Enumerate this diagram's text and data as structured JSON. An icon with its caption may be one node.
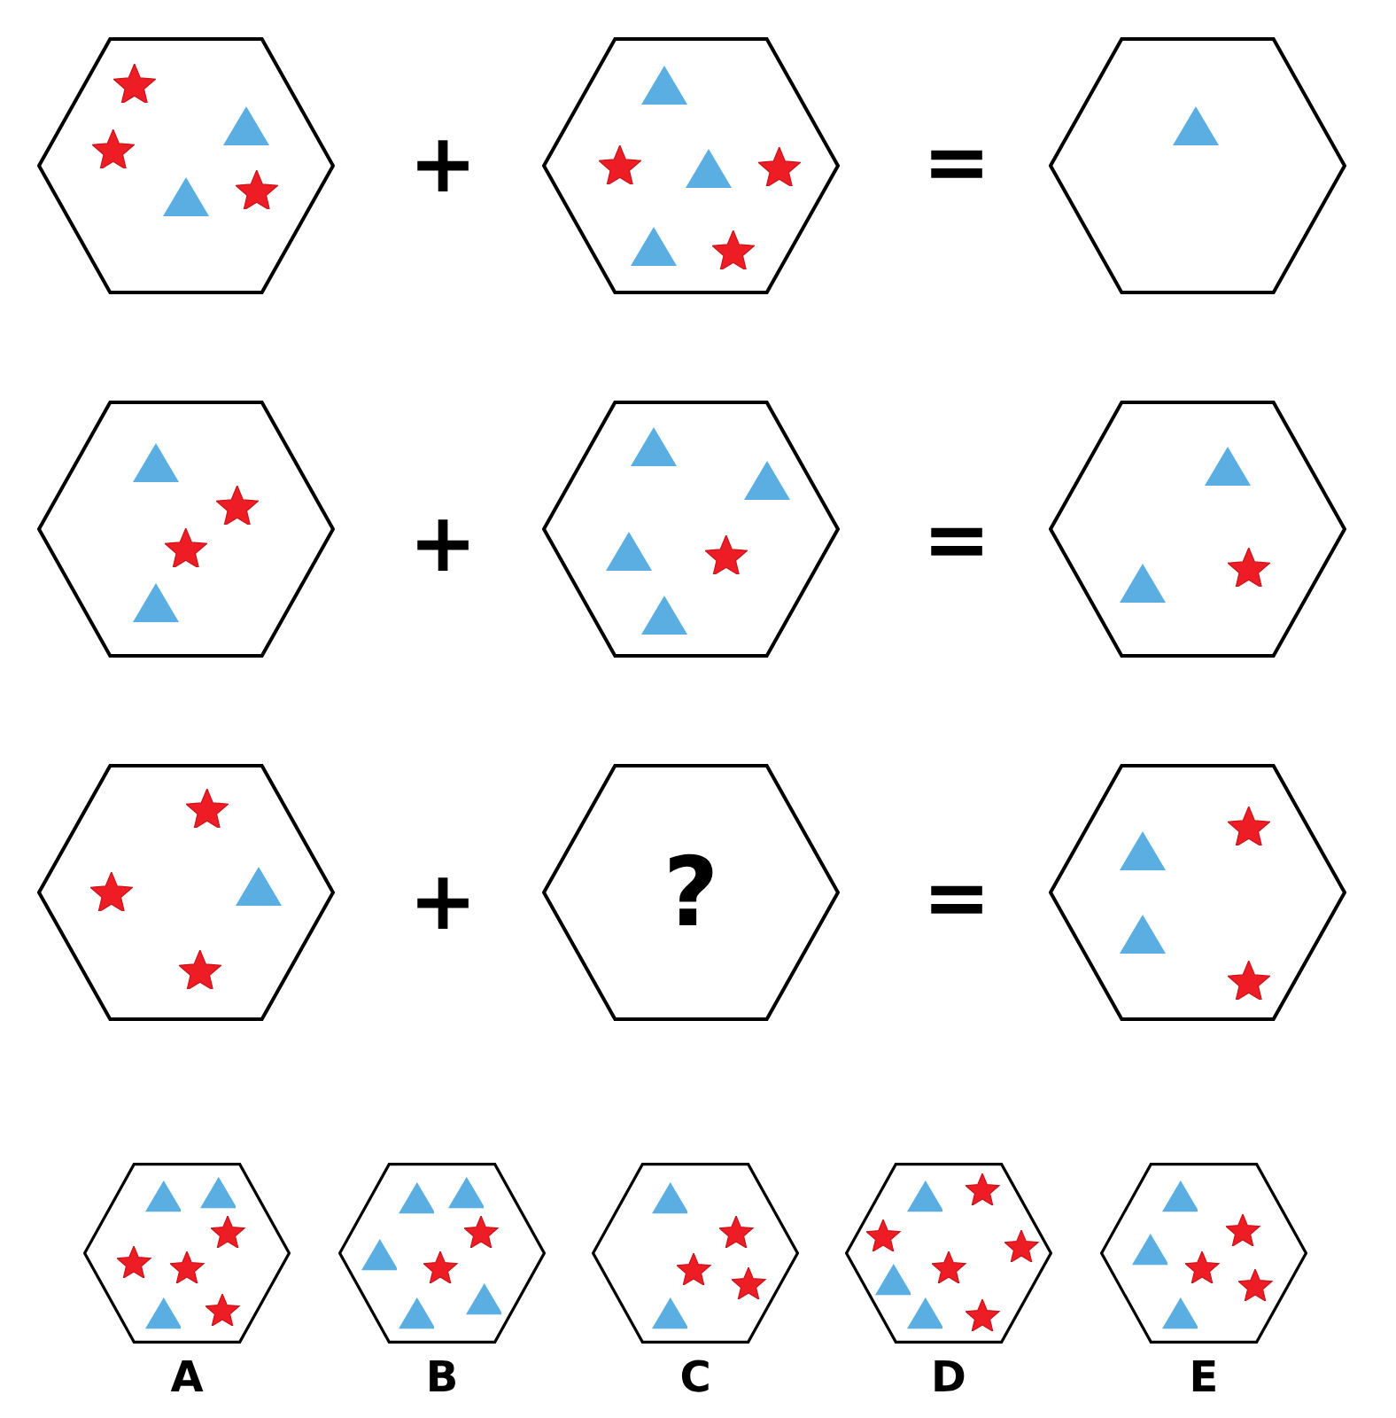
{
  "diagram": {
    "nodes": [
      {
        "text": [],
        "shape": "hexagon"
      },
      {
        "text": [],
        "shape": "star",
        "in": 0
      },
      {
        "text": [],
        "shape": "triangle",
        "in": 0
      },
      {
        "text": [],
        "shape": "star",
        "in": 0
      },
      {
        "text": [],
        "shape": "star",
        "in": 0
      },
      {
        "text": [],
        "shape": "triangle",
        "in": 0
      },
      {
        "text": [],
        "shape": "hexagon"
      },
      {
        "text": [],
        "shape": "triangle",
        "in": 6
      },
      {
        "text": [],
        "shape": "star",
        "in": 6
      },
      {
        "text": [],
        "shape": "triangle",
        "in": 6
      },
      {
        "text": [],
        "shape": "star",
        "in": 6
      },
      {
        "text": [],
        "shape": "triangle",
        "in": 6
      },
      {
        "text": [],
        "shape": "star",
        "in": 6
      },
      {
        "text": [],
        "shape": "hexagon"
      },
      {
        "text": [],
        "shape": "triangle",
        "in": 13
      },
      {
        "text": [],
        "shape": "hexagon"
      },
      {
        "text": [],
        "shape": "triangle",
        "in": 15
      },
      {
        "text": [],
        "shape": "star",
        "in": 15
      },
      {
        "text": [],
        "shape": "star",
        "in": 15
      },
      {
        "text": [],
        "shape": "triangle",
        "in": 15
      },
      {
        "text": [],
        "shape": "hexagon"
      },
      {
        "text": [],
        "shape": "triangle",
        "in": 20
      },
      {
        "text": [],
        "shape": "triangle",
        "in": 20
      },
      {
        "text": [],
        "shape": "triangle",
        "in": 20
      },
      {
        "text": [],
        "shape": "star",
        "in": 20
      },
      {
        "text": [],
        "shape": "triangle",
        "in": 20
      },
      {
        "text": [],
        "shape": "hexagon"
      },
      {
        "text": [],
        "shape": "triangle",
        "in": 26
      },
      {
        "text": [],
        "shape": "star",
        "in": 26
      },
      {
        "text": [],
        "shape": "triangle",
        "in": 26
      },
      {
        "text": [],
        "shape": "hexagon"
      },
      {
        "text": [],
        "shape": "star",
        "in": 30
      },
      {
        "text": [],
        "shape": "triangle",
        "in": 30
      },
      {
        "text": [],
        "shape": "star",
        "in": 30
      },
      {
        "text": [],
        "shape": "star",
        "in": 30
      },
      {
        "text": [
          "?"
        ]
      },
      {
        "text": [],
        "shape": "hexagon"
      },
      {
        "text": [],
        "shape": "star",
        "in": 36
      },
      {
        "text": [],
        "shape": "triangle",
        "in": 36
      },
      {
        "text": [],
        "shape": "triangle",
        "in": 36
      },
      {
        "text": [],
        "shape": "star",
        "in": 36
      },
      {
        "text": [],
        "shape": "hexagon",
        "beside": [
          "A"
        ]
      },
      {
        "text": [],
        "shape": "triangle",
        "in": 41
      },
      {
        "text": [],
        "shape": "triangle",
        "in": 41
      },
      {
        "text": [],
        "shape": "star",
        "in": 41
      },
      {
        "text": [],
        "shape": "star",
        "in": 41
      },
      {
        "text": [],
        "shape": "star",
        "in": 41
      },
      {
        "text": [],
        "shape": "star",
        "in": 41
      },
      {
        "text": [],
        "shape": "triangle",
        "in": 41
      },
      {
        "text": [],
        "shape": "hexagon",
        "beside": [
          "B"
        ]
      },
      {
        "text": [],
        "shape": "triangle",
        "in": 49
      },
      {
        "text": [],
        "shape": "triangle",
        "in": 49
      },
      {
        "text": [],
        "shape": "star",
        "in": 49
      },
      {
        "text": [],
        "shape": "triangle",
        "in": 49
      },
      {
        "text": [],
        "shape": "star",
        "in": 49
      },
      {
        "text": [],
        "shape": "triangle",
        "in": 49
      },
      {
        "text": [],
        "shape": "triangle",
        "in": 49
      },
      {
        "text": [],
        "shape": "hexagon",
        "beside": [
          "C"
        ]
      },
      {
        "text": [],
        "shape": "triangle",
        "in": 57
      },
      {
        "text": [],
        "shape": "star",
        "in": 57
      },
      {
        "text": [],
        "shape": "star",
        "in": 57
      },
      {
        "text": [],
        "shape": "star",
        "in": 57
      },
      {
        "text": [],
        "shape": "triangle",
        "in": 57
      },
      {
        "text": [],
        "shape": "hexagon",
        "beside": [
          "D"
        ]
      },
      {
        "text": [],
        "shape": "triangle",
        "in": 63
      },
      {
        "text": [],
        "shape": "star",
        "in": 63
      },
      {
        "text": [],
        "shape": "star",
        "in": 63
      },
      {
        "text": [],
        "shape": "star",
        "in": 63
      },
      {
        "text": [],
        "shape": "star",
        "in": 63
      },
      {
        "text": [],
        "shape": "triangle",
        "in": 63
      },
      {
        "text": [],
        "shape": "triangle",
        "in": 63
      },
      {
        "text": [],
        "shape": "star",
        "in": 63
      },
      {
        "text": [],
        "shape": "hexagon",
        "beside": [
          "E"
        ]
      },
      {
        "text": [],
        "shape": "triangle",
        "in": 72
      },
      {
        "text": [],
        "shape": "star",
        "in": 72
      },
      {
        "text": [],
        "shape": "triangle",
        "in": 72
      },
      {
        "text": [],
        "shape": "star",
        "in": 72
      },
      {
        "text": [],
        "shape": "star",
        "in": 72
      },
      {
        "text": [],
        "shape": "triangle",
        "in": 72
      }
    ],
    "labels": [
      "+",
      "=",
      "+",
      "=",
      "+",
      "="
    ]
  }
}
